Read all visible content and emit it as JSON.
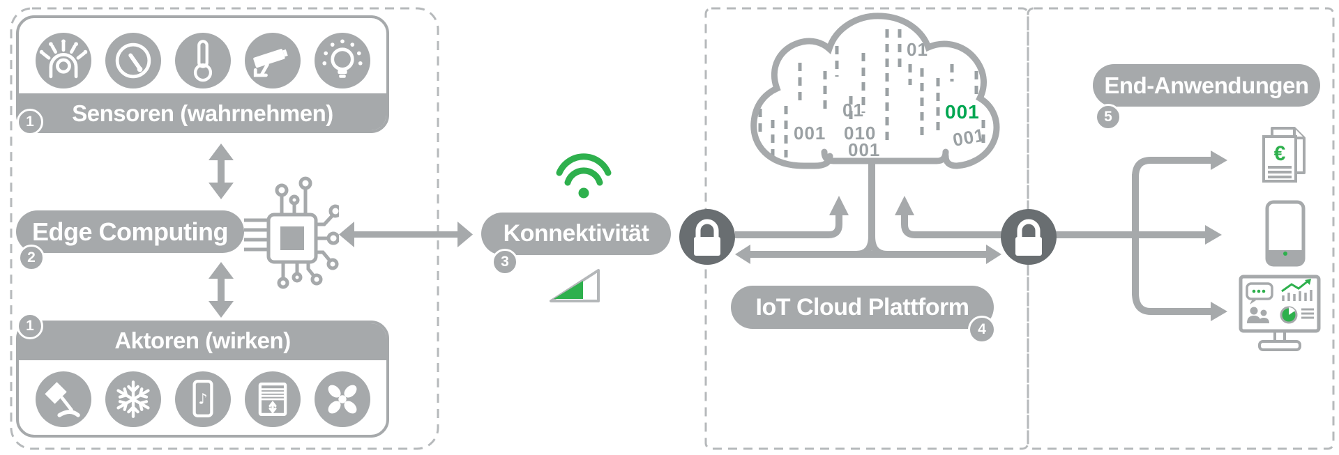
{
  "sensors": {
    "badge": "1",
    "label": "Sensoren (wahrnehmen)"
  },
  "edge_computing": {
    "badge": "2",
    "label": "Edge Computing"
  },
  "actuators": {
    "badge": "1",
    "label": "Aktoren (wirken)"
  },
  "connectivity": {
    "badge": "3",
    "label": "Konnektivität"
  },
  "cloud_platform": {
    "badge": "4",
    "label": "IoT Cloud Plattform",
    "binary_digits": [
      "01",
      "01",
      "001",
      "010",
      "001",
      "001",
      "001"
    ]
  },
  "end_applications": {
    "badge": "5",
    "label": "End-Anwendungen"
  },
  "glyphs": {
    "euro": "€",
    "music_note": "♪"
  },
  "colors": {
    "gray": "#a6a9ab",
    "dark_gray": "#696e71",
    "green": "#2eb04d",
    "binary_green": "#00a651"
  }
}
